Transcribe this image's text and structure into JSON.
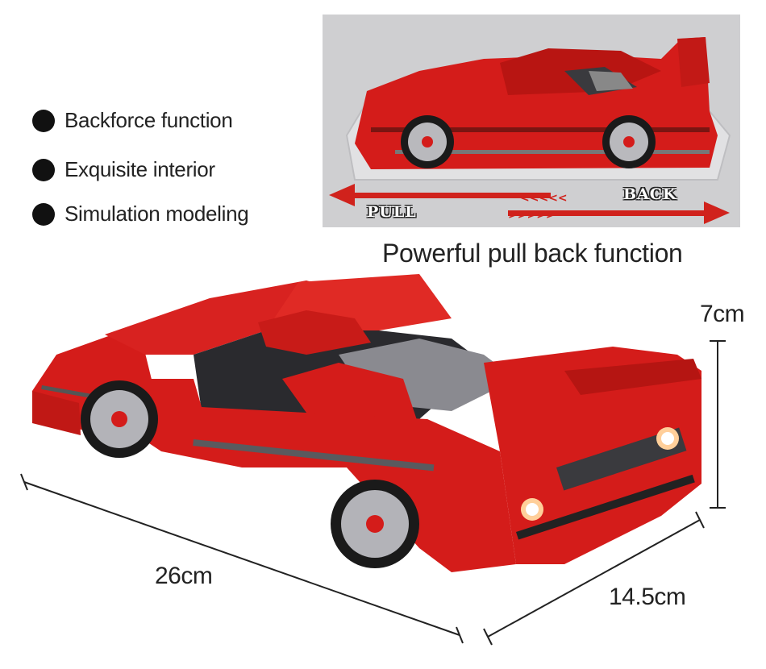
{
  "features": [
    {
      "label": "Backforce function"
    },
    {
      "label": "Exquisite interior"
    },
    {
      "label": "Simulation modeling"
    }
  ],
  "inset": {
    "pull_label": "PULL",
    "back_label": "BACK"
  },
  "caption": "Powerful pull back function",
  "dimensions": {
    "height": "7cm",
    "length": "26cm",
    "width": "14.5cm"
  },
  "colors": {
    "car_red": "#d41c1a",
    "arrow_red": "#d0221c",
    "inset_bg": "#cfcfd1",
    "bullet": "#111111"
  }
}
